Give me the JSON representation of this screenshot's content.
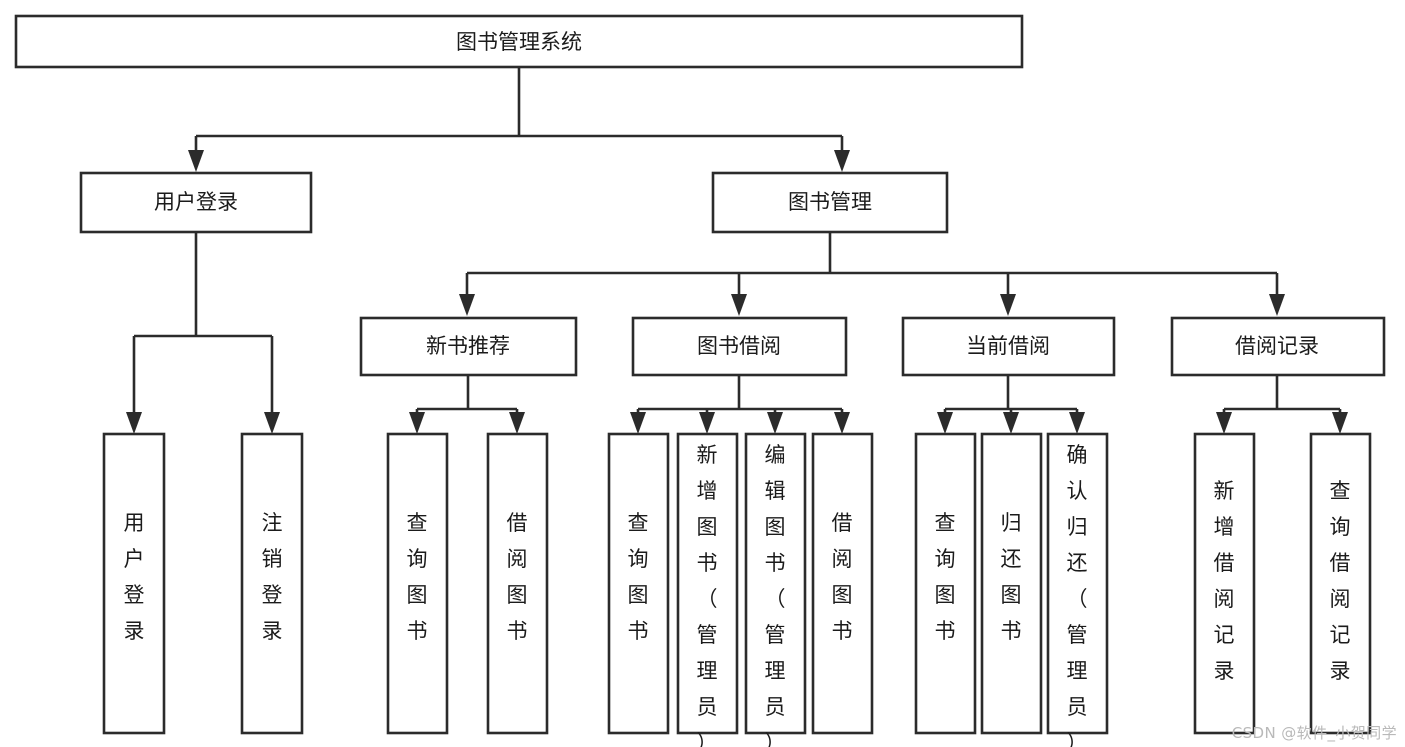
{
  "diagram": {
    "type": "tree-hierarchy",
    "title": "图书管理系统",
    "watermark": "CSDN @软件_小贺同学",
    "colors": {
      "stroke": "#2b2b2b",
      "fill": "#ffffff",
      "text": "#1b1b1b",
      "watermark": "#b9b9b9"
    },
    "nodes": {
      "root": {
        "label": "图书管理系统",
        "level": 0,
        "orientation": "horizontal"
      },
      "level1": [
        {
          "id": "user-login",
          "label": "用户登录",
          "orientation": "horizontal"
        },
        {
          "id": "book-management",
          "label": "图书管理",
          "orientation": "horizontal"
        }
      ],
      "level2": [
        {
          "id": "new-book-recommend",
          "label": "新书推荐",
          "parent": "book-management",
          "orientation": "horizontal"
        },
        {
          "id": "book-borrow",
          "label": "图书借阅",
          "parent": "book-management",
          "orientation": "horizontal"
        },
        {
          "id": "current-borrow",
          "label": "当前借阅",
          "parent": "book-management",
          "orientation": "horizontal"
        },
        {
          "id": "borrow-record",
          "label": "借阅记录",
          "parent": "book-management",
          "orientation": "horizontal"
        }
      ],
      "leaves": [
        {
          "id": "leaf-user-login",
          "label": "用户登录",
          "parent": "user-login",
          "orientation": "vertical"
        },
        {
          "id": "leaf-user-logout",
          "label": "注销登录",
          "parent": "user-login",
          "orientation": "vertical"
        },
        {
          "id": "leaf-query-book-1",
          "label": "查询图书",
          "parent": "new-book-recommend",
          "orientation": "vertical"
        },
        {
          "id": "leaf-borrow-book-1",
          "label": "借阅图书",
          "parent": "new-book-recommend",
          "orientation": "vertical"
        },
        {
          "id": "leaf-query-book-2",
          "label": "查询图书",
          "parent": "book-borrow",
          "orientation": "vertical"
        },
        {
          "id": "leaf-add-book",
          "label": "新增图书（管理员）",
          "parent": "book-borrow",
          "orientation": "vertical"
        },
        {
          "id": "leaf-edit-book",
          "label": "编辑图书（管理员）",
          "parent": "book-borrow",
          "orientation": "vertical"
        },
        {
          "id": "leaf-borrow-book-2",
          "label": "借阅图书",
          "parent": "book-borrow",
          "orientation": "vertical"
        },
        {
          "id": "leaf-query-book-3",
          "label": "查询图书",
          "parent": "current-borrow",
          "orientation": "vertical"
        },
        {
          "id": "leaf-return-book",
          "label": "归还图书",
          "parent": "current-borrow",
          "orientation": "vertical"
        },
        {
          "id": "leaf-confirm-return",
          "label": "确认归还（管理员）",
          "parent": "current-borrow",
          "orientation": "vertical"
        },
        {
          "id": "leaf-add-record",
          "label": "新增借阅记录",
          "parent": "borrow-record",
          "orientation": "vertical"
        },
        {
          "id": "leaf-query-record",
          "label": "查询借阅记录",
          "parent": "borrow-record",
          "orientation": "vertical"
        }
      ]
    }
  }
}
